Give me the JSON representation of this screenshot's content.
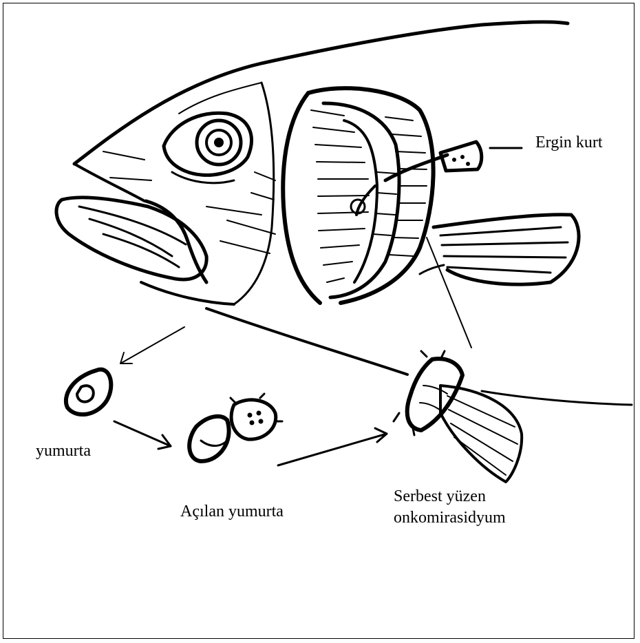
{
  "labels": {
    "adult_worm": "Ergin kurt",
    "egg": "yumurta",
    "hatched_egg": "Açılan yumurta",
    "free_swimming_line1": "Serbest yüzen",
    "free_swimming_line2": "onkomirasidyum"
  },
  "colors": {
    "ink": "#000000",
    "background": "#ffffff"
  }
}
